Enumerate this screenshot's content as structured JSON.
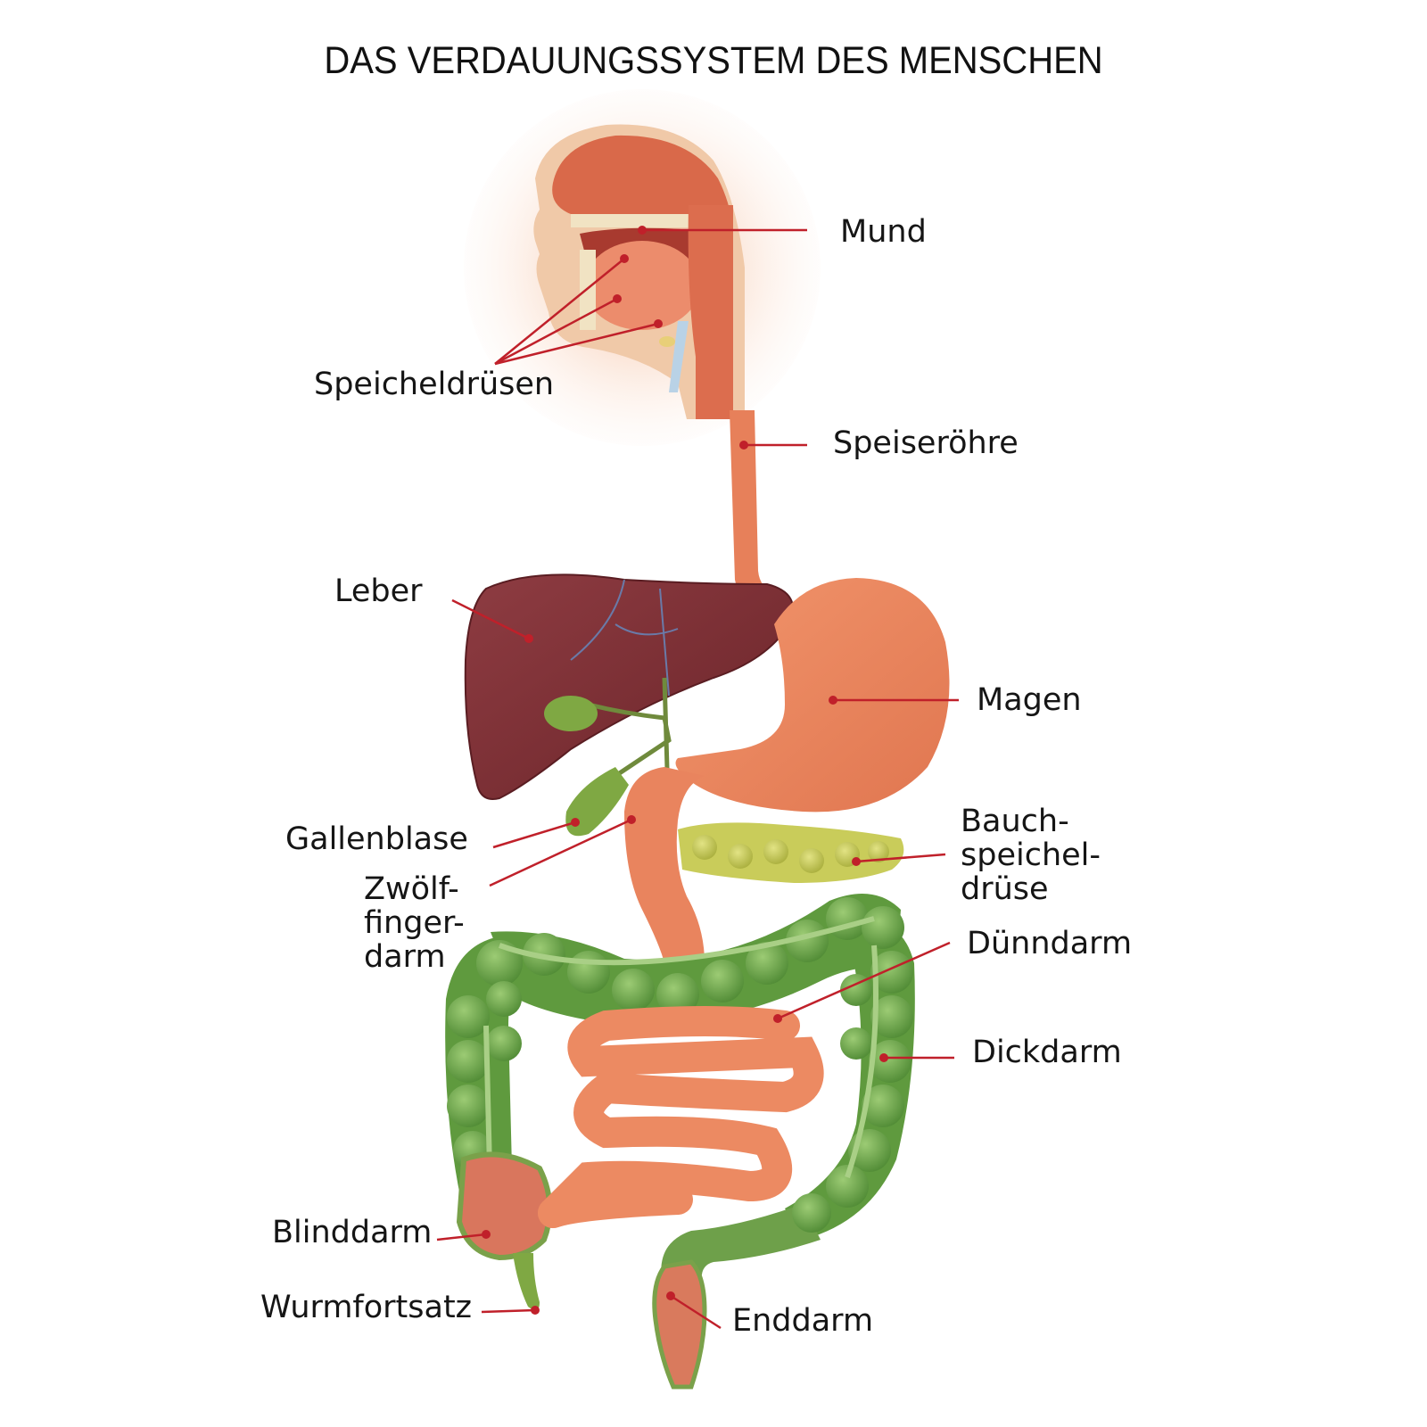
{
  "title": "DAS VERDAUUNGSSYSTEM DES MENSCHEN",
  "colors": {
    "leader_line": "#c0202a",
    "organ_orange": "#e8825a",
    "liver": "#7a2e34",
    "colon_green": "#6ea04a",
    "gallbladder_green": "#7fa843",
    "pancreas_yellow": "#c9cc5a",
    "background": "#ffffff"
  },
  "labels": {
    "mund": "Mund",
    "speicheldruesen": "Speicheldrüsen",
    "speiseroehre": "Speiseröhre",
    "leber": "Leber",
    "magen": "Magen",
    "gallenblase": "Gallenblase",
    "zwoelffingerdarm": [
      "Zwölf-",
      "finger-",
      "darm"
    ],
    "bauchspeicheldruese": [
      "Bauch-",
      "speichel-",
      "drüse"
    ],
    "duenndarm": "Dünndarm",
    "dickdarm": "Dickdarm",
    "blinddarm": "Blinddarm",
    "wurmfortsatz": "Wurmfortsatz",
    "enddarm": "Enddarm"
  }
}
